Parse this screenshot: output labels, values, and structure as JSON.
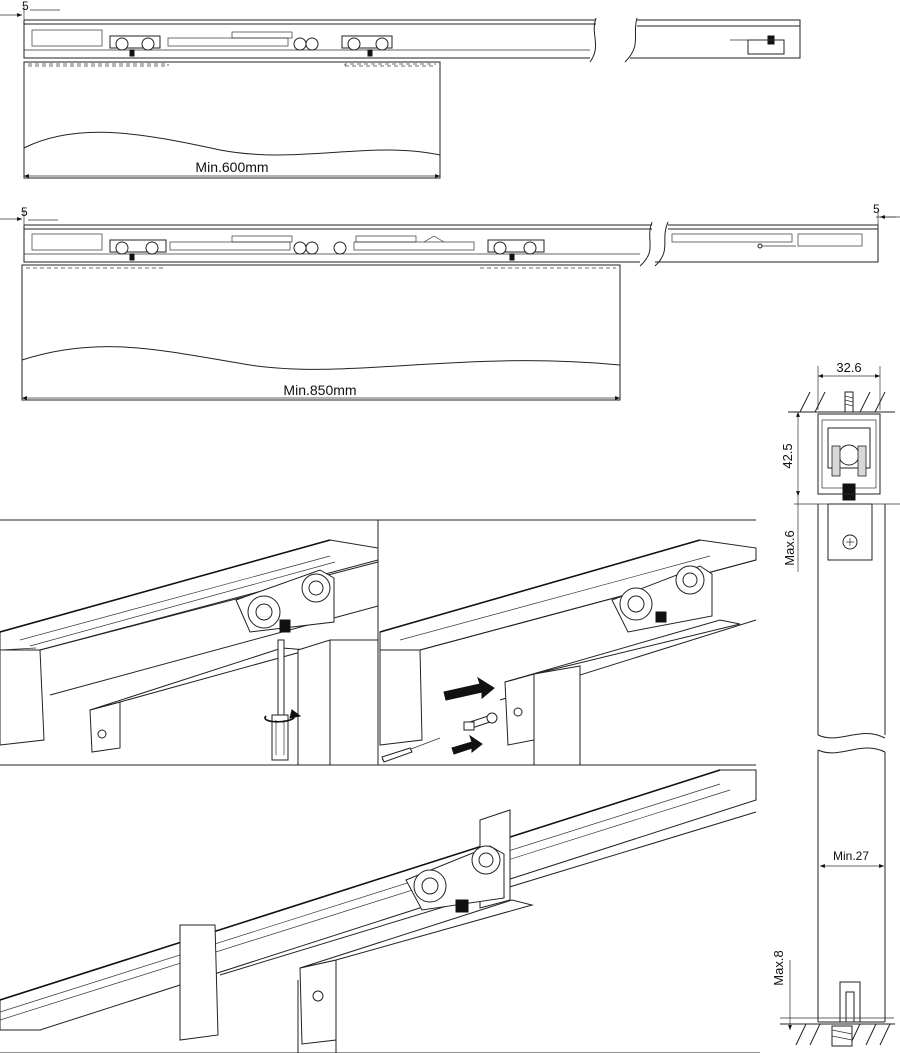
{
  "top_diagram": {
    "offset_left": "5",
    "min_width": "Min.600mm"
  },
  "middle_diagram": {
    "offset_left": "5",
    "offset_right": "5",
    "min_width": "Min.850mm"
  },
  "section_view": {
    "width": "32.6",
    "height": "42.5",
    "gap_top": "Max.6",
    "door_thickness": "Min.27",
    "gap_bottom": "Max.8"
  },
  "icons": [
    "screwdriver-icon",
    "rotate-arrow-icon",
    "push-arrow-icon",
    "screw-icon",
    "screw-plug-icon"
  ]
}
